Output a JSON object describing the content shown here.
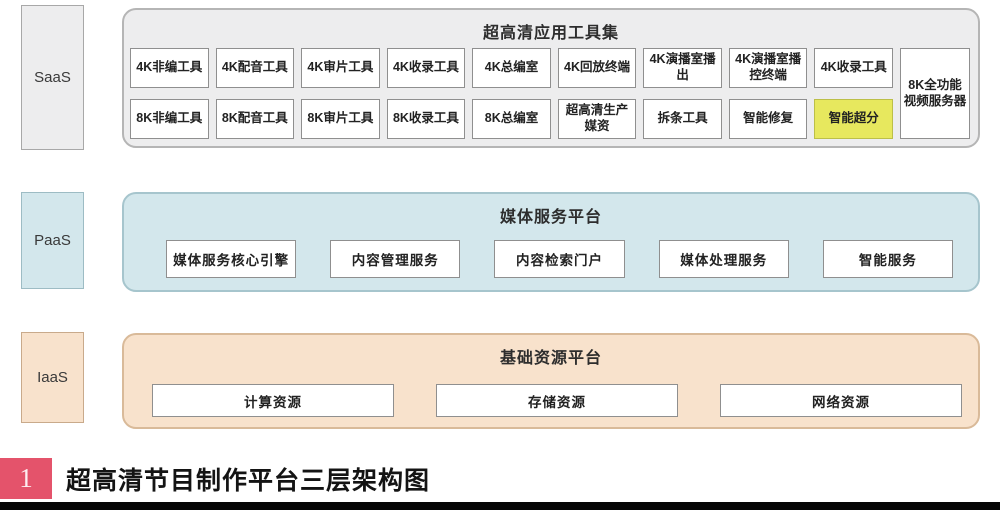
{
  "tiers": {
    "saas": "SaaS",
    "paas": "PaaS",
    "iaas": "IaaS"
  },
  "saas": {
    "panel_title": "超高清应用工具集",
    "row1": [
      "4K非编工具",
      "4K配音工具",
      "4K审片工具",
      "4K收录工具",
      "4K总编室",
      "4K回放终端",
      "4K演播室播出",
      "4K演播室播控终端",
      "4K收录工具"
    ],
    "row2": [
      "8K非编工具",
      "8K配音工具",
      "8K审片工具",
      "8K收录工具",
      "8K总编室",
      "超高清生产媒资",
      "拆条工具",
      "智能修复",
      "智能超分"
    ],
    "tall_box": "8K全功能视频服务器",
    "highlighted_box": "智能超分"
  },
  "paas": {
    "panel_title": "媒体服务平台",
    "boxes": [
      "媒体服务核心引擎",
      "内容管理服务",
      "内容检索门户",
      "媒体处理服务",
      "智能服务"
    ]
  },
  "iaas": {
    "panel_title": "基础资源平台",
    "boxes": [
      "计算资源",
      "存储资源",
      "网络资源"
    ]
  },
  "caption": {
    "number": "1",
    "title": "超高清节目制作平台三层架构图"
  },
  "colors": {
    "saas_bg": "#ededee",
    "paas_bg": "#d3e7ec",
    "iaas_bg": "#f8e2cc",
    "highlight_yellow": "#e7e85e",
    "caption_red": "#e4536b",
    "box_border": "#8f8f8f"
  }
}
